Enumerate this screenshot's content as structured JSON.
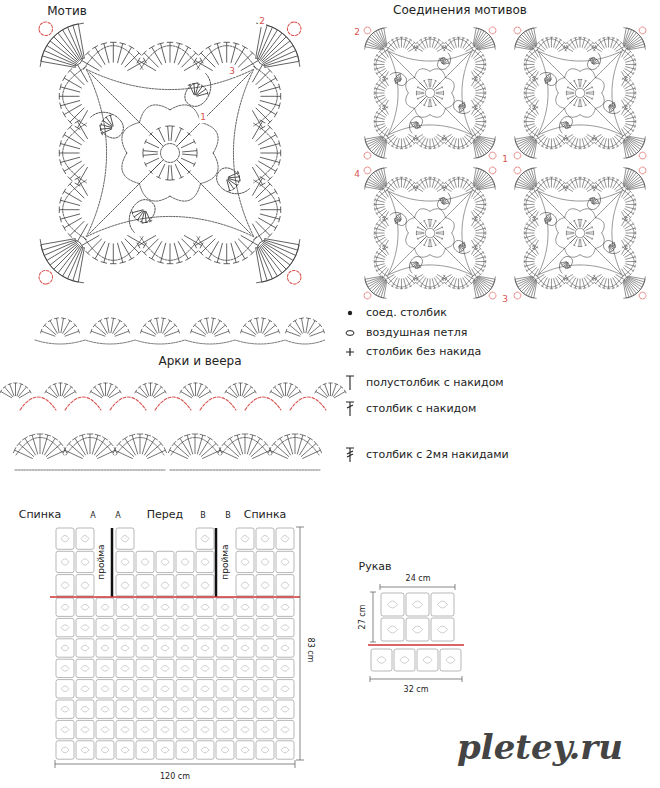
{
  "diagram": {
    "labels": [
      "Мотив",
      "1",
      "2",
      "3",
      "Соединения мотивов",
      "2",
      "1",
      "4",
      "3",
      "Арки и веера",
      "Спинка",
      "А",
      "А",
      "Перед",
      "В",
      "В",
      "Спинка",
      "пройма",
      "пройма",
      "83 cm",
      "120 cm",
      "Рукав",
      "24 cm",
      "27 cm",
      "32 cm",
      "pletey.ru"
    ],
    "legend": [
      {
        "text": "соед. столбик"
      },
      {
        "text": "воздушная петля"
      },
      {
        "text": "столбик без накида"
      },
      {
        "text": "полустолбик с накидом"
      },
      {
        "text": "столбик с накидом"
      },
      {
        "text": "столбик с 2мя накидами"
      }
    ]
  }
}
